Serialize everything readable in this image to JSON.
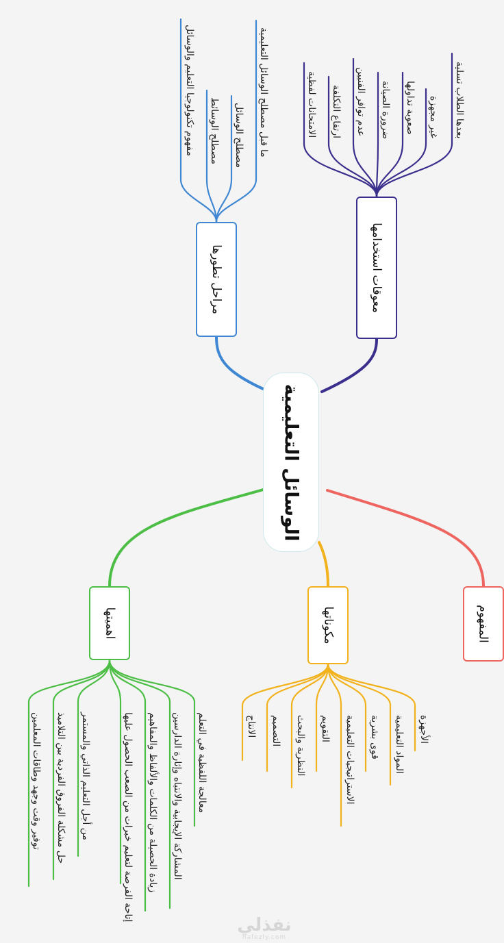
{
  "central": {
    "label": "الوسائل التعليمية"
  },
  "branches": {
    "obstacles": {
      "label": "معوقات استخدامها",
      "color": "#3a2f8c",
      "items": [
        "بعدها الطلاب تسلية",
        "غير مجهزة",
        "صعوبة تداولها",
        "ضرورة الصيانة",
        "عدم توافر الفنيين",
        "ارتفاع التكلفة",
        "الامتحانات لفظية"
      ]
    },
    "stages": {
      "label": "مراحل تطورها",
      "color": "#3f87d3",
      "items": [
        "ما قبل مصطلح الوسائل التعليمية",
        "مصطلح الوسائل",
        "مصطلح الوسائط",
        "مفهوم تكنولوجيا التعليم والوسائل"
      ]
    },
    "concept": {
      "label": "المفهوم",
      "color": "#ee6560",
      "items": []
    },
    "components": {
      "label": "مكوناتها",
      "color": "#f2b21d",
      "items": [
        "الأجهزة",
        "المواد التعليمية",
        "قوى بشرية",
        "الاستراتيجيات التعليمية",
        "التقويم",
        "النظرية والبحث",
        "التصميم",
        "الانتاج"
      ]
    },
    "importance": {
      "label": "اهميتها",
      "color": "#4cbe45",
      "items": [
        "معالجة اللفظية في التعلم",
        "المشاركة الإيجابية والانتباه وإثارة الدارسين",
        "زيادة الحصيلة من الكلمات والألفاظ والمفاهيم",
        "إتاحة الفرصة لتعليم خبرات من الصعب الحصول عليها",
        "من أجل التعليم الذاتي والمستمر",
        "حل مشكلة الفروق الفردية بين التلاميذ",
        "توفير وقت وجهد وطاقات المعلمين"
      ]
    }
  },
  "watermark": {
    "text": "نفذلي",
    "subtext": "nafezly.com"
  }
}
